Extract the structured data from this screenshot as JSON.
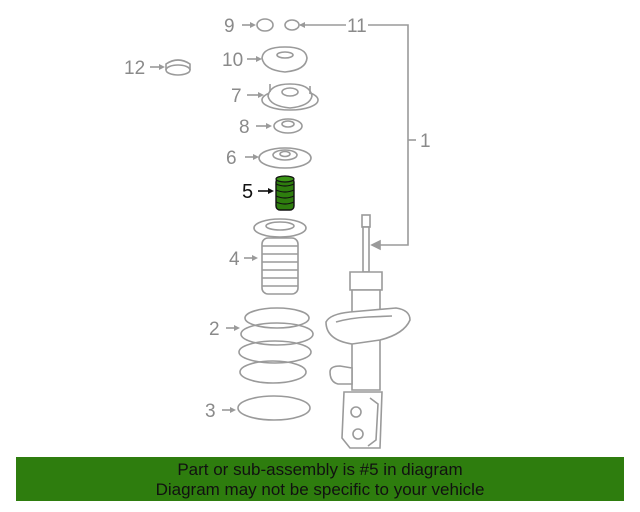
{
  "diagram": {
    "highlight_color": "#2e7d0e",
    "line_color": "#9a9a9a",
    "callouts": [
      "1",
      "2",
      "3",
      "4",
      "5",
      "6",
      "7",
      "8",
      "9",
      "10",
      "11",
      "12"
    ],
    "highlighted_callout": "5"
  },
  "banner": {
    "background": "#2e7d0e",
    "line1": "Part or sub-assembly is #5 in diagram",
    "line2": "Diagram may not be specific to your vehicle"
  }
}
